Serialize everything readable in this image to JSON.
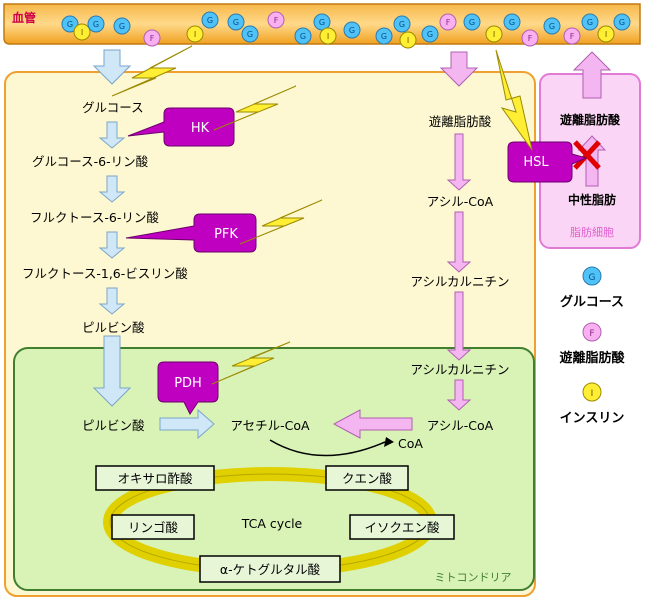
{
  "blood_vessel": {
    "label": "血管",
    "particles": {
      "glucose": "G",
      "fatty_acid": "F",
      "insulin": "I"
    }
  },
  "glycolysis": {
    "steps": [
      "グルコース",
      "グルコース-6-リン酸",
      "フルクトース-6-リン酸",
      "フルクトース-1,6-ビスリン酸",
      "ピルビン酸"
    ]
  },
  "enzymes": {
    "hk": "HK",
    "pfk": "PFK",
    "pdh": "PDH",
    "hsl": "HSL"
  },
  "fatty_acid_path": {
    "steps": [
      "遊離脂肪酸",
      "アシル-CoA",
      "アシルカルニチン"
    ]
  },
  "mitochondria": {
    "label": "ミトコンドリア",
    "pyruvate": "ピルビン酸",
    "acetyl_coa": "アセチル-CoA",
    "acylcarnitine": "アシルカルニチン",
    "acyl_coa": "アシル-CoA",
    "coa": "CoA",
    "tca_center": "TCA cycle",
    "tca_boxes": [
      "オキサロ酢酸",
      "クエン酸",
      "リンゴ酸",
      "イソクエン酸",
      "α-ケトグルタル酸"
    ]
  },
  "adipocyte": {
    "label": "脂肪細胞",
    "ffa": "遊離脂肪酸",
    "tg": "中性脂肪"
  },
  "legend": [
    {
      "symbol": "G",
      "label": "グルコース"
    },
    {
      "symbol": "F",
      "label": "遊離脂肪酸"
    },
    {
      "symbol": "I",
      "label": "インスリン"
    }
  ],
  "colors": {
    "vessel": "#f5a623",
    "cell_bg": "#fdf8d2",
    "mito_bg": "#d9f2b6",
    "mito_border": "#3f7f2f",
    "enzyme": "#c000c0",
    "blue_arrow": "#cfe7f7",
    "pink_arrow": "#f4b6f0",
    "lightning": "#ffee33",
    "glucose": "#4fc3f7",
    "fatty_acid": "#f9b0f0",
    "insulin": "#ffee33",
    "adipocyte_bg": "#fbd5f5"
  }
}
